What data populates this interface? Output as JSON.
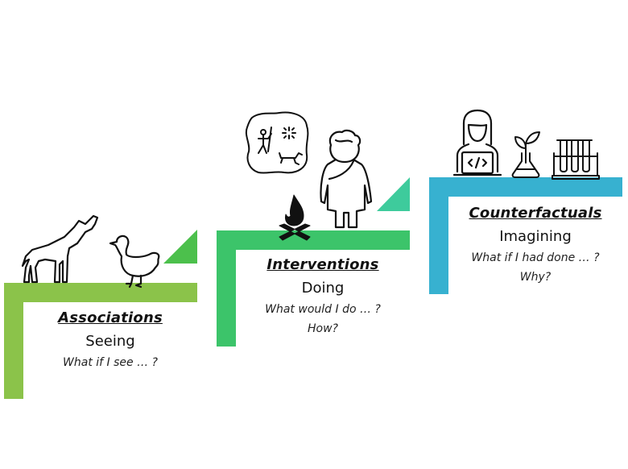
{
  "colors": {
    "step1": "#8bc34a",
    "step1_triangle": "#4cc04c",
    "step2": "#3cc46a",
    "step2_triangle": "#3ecb9c",
    "step3": "#37b1d0"
  },
  "steps": [
    {
      "title": "Associations",
      "subtitle": "Seeing",
      "questions": [
        "What if I see … ?"
      ],
      "icons": [
        "wolf-icon",
        "duck-icon"
      ]
    },
    {
      "title": "Interventions",
      "subtitle": "Doing",
      "questions": [
        "What would I do … ?",
        "How?"
      ],
      "icons": [
        "cave-painting-icon",
        "campfire-icon",
        "caveman-icon"
      ]
    },
    {
      "title": "Counterfactuals",
      "subtitle": "Imagining",
      "questions": [
        "What if I had done … ?",
        "Why?"
      ],
      "icons": [
        "programmer-icon",
        "plant-flask-icon",
        "test-tubes-icon"
      ]
    }
  ]
}
